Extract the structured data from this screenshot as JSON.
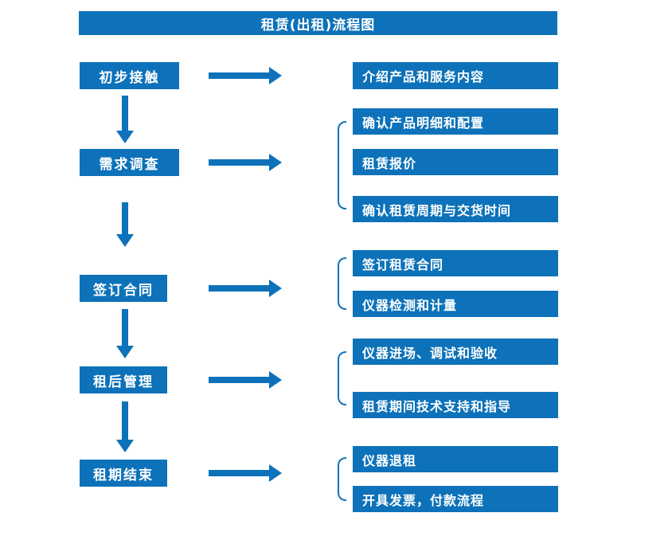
{
  "title": "租赁(出租)流程图",
  "colors": {
    "primary": "#0D72B9",
    "on_primary": "#FFFFFF",
    "background": "#FFFFFF"
  },
  "flow": {
    "stages": [
      {
        "label": "初步接触",
        "outputs": [
          "介绍产品和服务内容"
        ]
      },
      {
        "label": "需求调查",
        "outputs": [
          "确认产品明细和配置",
          "租赁报价",
          "确认租赁周期与交货时间"
        ]
      },
      {
        "label": "签订合同",
        "outputs": [
          "签订租赁合同",
          "仪器检测和计量"
        ]
      },
      {
        "label": "租后管理",
        "outputs": [
          "仪器进场、调试和验收",
          "租赁期间技术支持和指导"
        ]
      },
      {
        "label": "租期结束",
        "outputs": [
          "仪器退租",
          "开具发票，付款流程"
        ]
      }
    ]
  }
}
